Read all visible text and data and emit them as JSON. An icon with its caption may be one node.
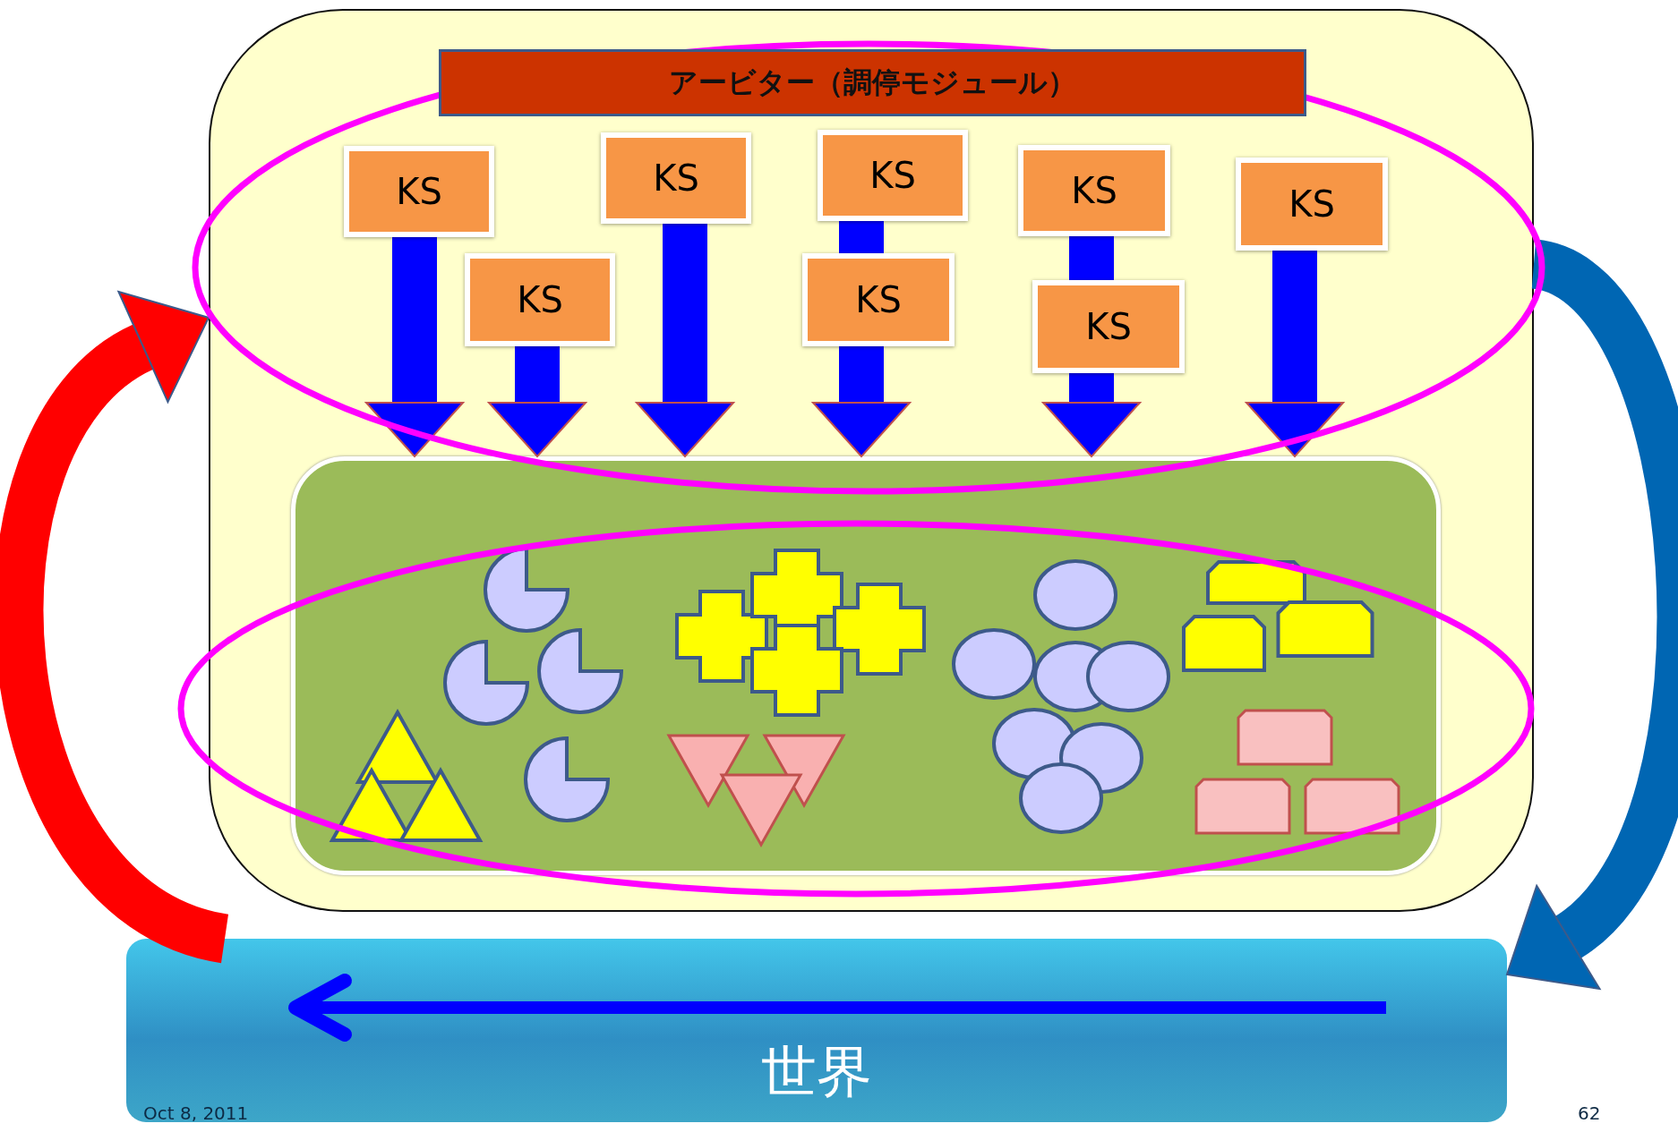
{
  "diagram": {
    "nodes": [
      {
        "text": [],
        "shape": "box"
      },
      {
        "text": [
          "アービター（調停モジュール）"
        ],
        "in": 0
      },
      {
        "text": [
          "KS"
        ],
        "in": 0
      },
      {
        "text": [
          "KS"
        ],
        "in": 0
      },
      {
        "text": [
          "KS"
        ],
        "in": 0
      },
      {
        "text": [
          "KS"
        ],
        "in": 0
      },
      {
        "text": [
          "KS"
        ],
        "in": 0
      },
      {
        "text": [
          "KS"
        ],
        "in": 0
      },
      {
        "text": [
          "KS"
        ],
        "in": 0
      },
      {
        "text": [
          "KS"
        ],
        "in": 0
      },
      {
        "text": [],
        "shape": "box",
        "in": 0
      },
      {
        "text": [
          "世界"
        ]
      }
    ],
    "edges": [
      {
        "from": 2,
        "to": 10,
        "arrow": "to"
      },
      {
        "from": 7,
        "to": 10,
        "arrow": "to"
      },
      {
        "from": 3,
        "to": 10,
        "arrow": "to"
      },
      {
        "from": 4,
        "to": 8,
        "arrow": "none"
      },
      {
        "from": 8,
        "to": 10,
        "arrow": "to"
      },
      {
        "from": 5,
        "to": 9,
        "arrow": "none"
      },
      {
        "from": 9,
        "to": 10,
        "arrow": "to"
      },
      {
        "from": 6,
        "to": 10,
        "arrow": "to"
      },
      {
        "from": 11,
        "to": 0,
        "arrow": "to",
        "color": "#ff0000"
      },
      {
        "from": 0,
        "to": 11,
        "arrow": "to",
        "color": "#0066b3"
      }
    ],
    "labels": [
      "Oct 8, 2011",
      "62"
    ]
  }
}
